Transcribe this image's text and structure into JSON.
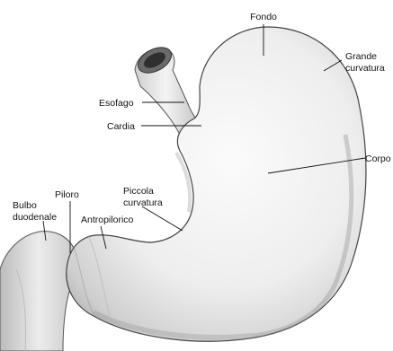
{
  "labels": {
    "fondo": "Fondo",
    "grande_1": "Grande",
    "grande_2": "curvatura",
    "esofago": "Esofago",
    "cardia": "Cardia",
    "corpo": "Corpo",
    "piccola_1": "Piccola",
    "piccola_2": "curvatura",
    "piloro": "Piloro",
    "bulbo_1": "Bulbo",
    "bulbo_2": "duodenale",
    "antropilorico": "Antropilorico"
  }
}
